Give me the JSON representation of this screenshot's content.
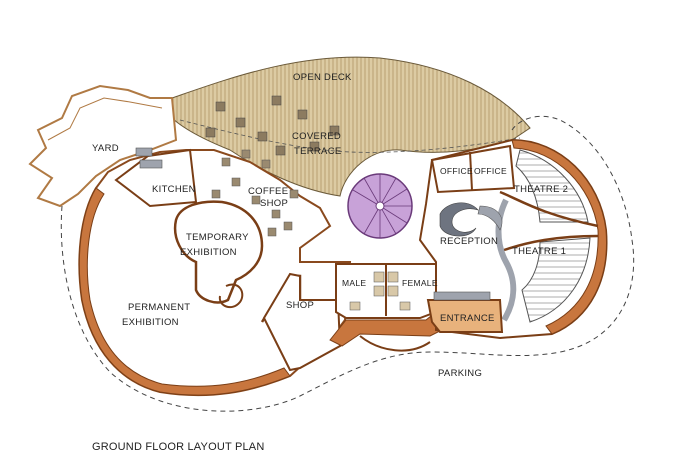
{
  "caption": "GROUND FLOOR LAYOUT PLAN",
  "rooms": {
    "open_deck": "OPEN DECK",
    "covered_terrace_1": "COVERED",
    "covered_terrace_2": "TERRACE",
    "yard": "YARD",
    "kitchen": "KITCHEN",
    "coffee_shop_1": "COFFEE",
    "coffee_shop_2": "SHOP",
    "temporary_exhibition_1": "TEMPORARY",
    "temporary_exhibition_2": "EXHIBITION",
    "permanent_exhibition_1": "PERMANENT",
    "permanent_exhibition_2": "EXHIBITION",
    "shop": "SHOP",
    "male": "MALE",
    "female": "FEMALE",
    "office_1": "OFFICE",
    "office_2": "OFFICE",
    "theatre_2": "THEATRE 2",
    "theatre_1": "THEATRE 1",
    "reception": "RECEPTION",
    "entrance": "ENTRANCE",
    "parking": "PARKING"
  },
  "colors": {
    "wall_fill": "#c8763e",
    "deck_fill": "#d6c49a",
    "gray": "#9ea3ad",
    "stair_fill": "#c8a2d8",
    "entrance_fill": "#e8b27c"
  }
}
